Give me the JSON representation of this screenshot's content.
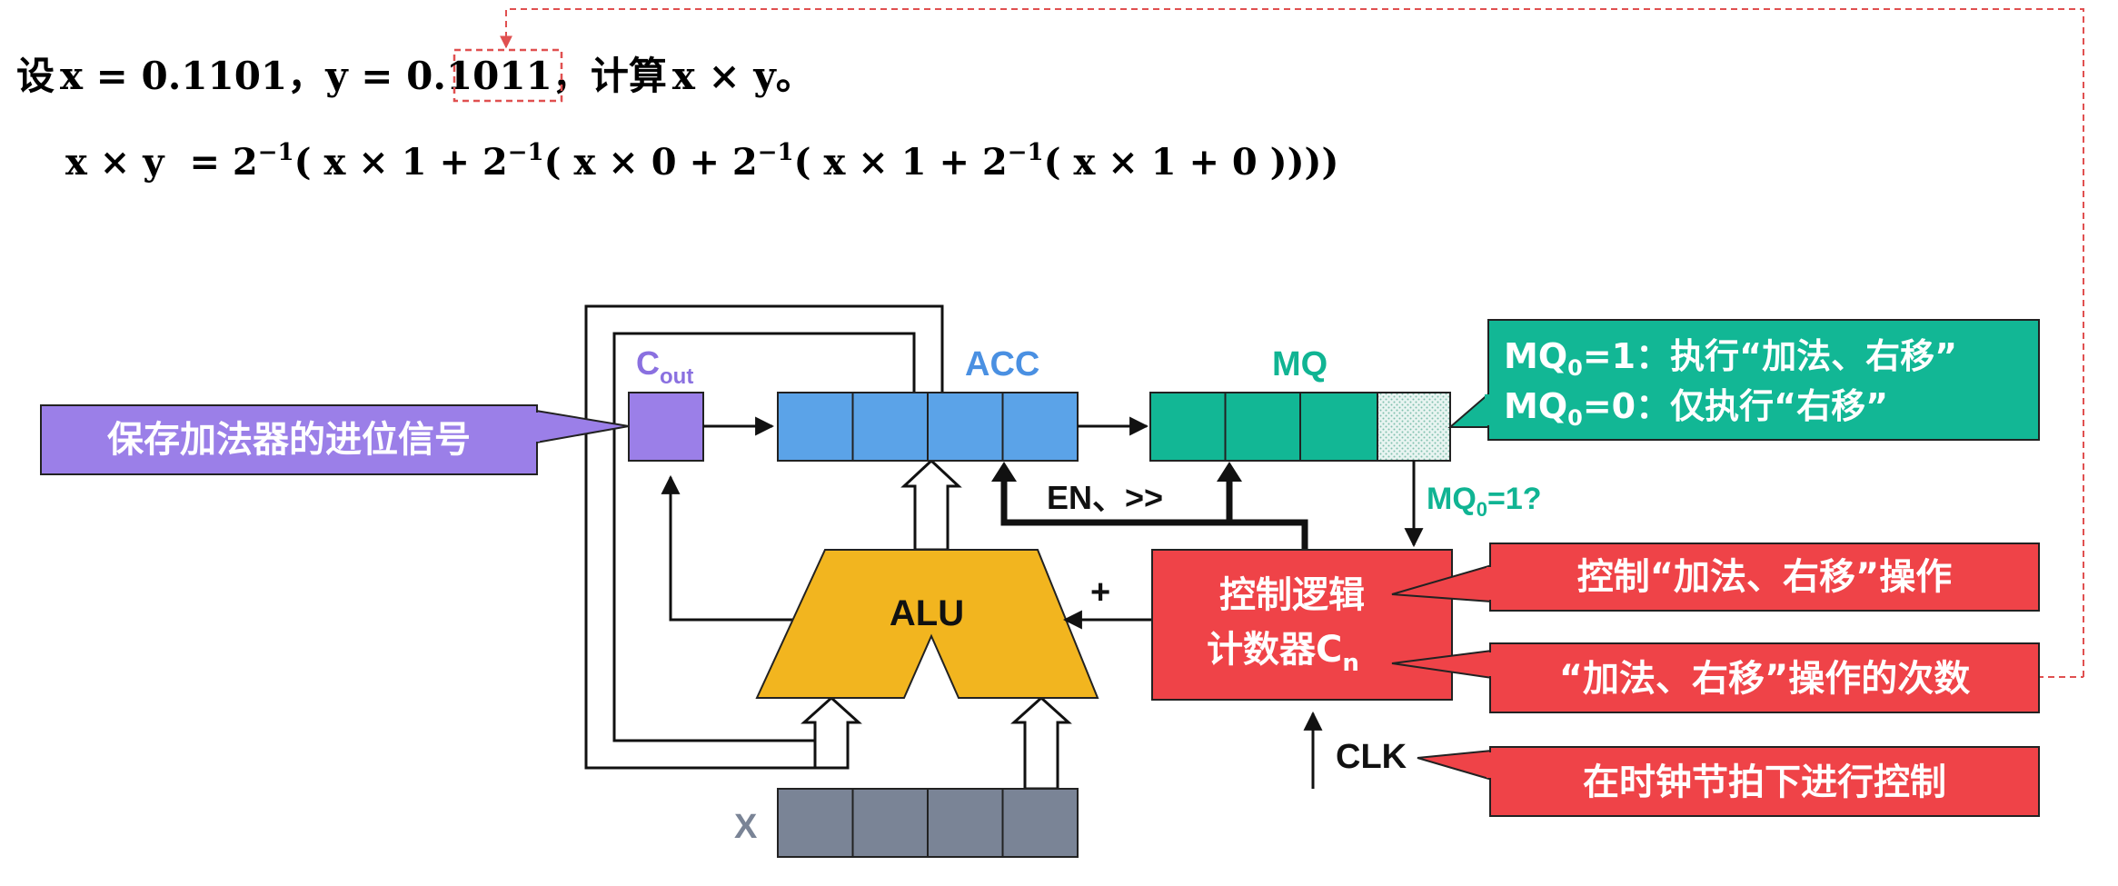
{
  "problem": {
    "prefix": "设",
    "x_expr": "x = 0.1101",
    "sep1": "，",
    "y_pre": "y = 0.",
    "y_frac": "1011",
    "sep2": "，",
    "compute": "计算",
    "xy": "x × y",
    "end": "。"
  },
  "formula": {
    "lhs": "x × y",
    "rhs_parts": [
      "= 2",
      "−1",
      "( x × 1 + 2",
      "−1",
      "( x × 0 + 2",
      "−1",
      "( x × 1 + 2",
      "−1",
      "( x × 1 + 0 ))))"
    ]
  },
  "diagram": {
    "acc_label": "ACC",
    "mq_label": "MQ",
    "cout_main": "C",
    "cout_sub": "out",
    "alu_label": "ALU",
    "x_label": "X",
    "en_label": "EN、>>",
    "plus_label": "+",
    "mq_query_pre": "MQ",
    "mq_query_sub": "0",
    "mq_query_post": "=1?",
    "control_line1": "控制逻辑",
    "control_line2_main": "计数器C",
    "control_line2_sub": "n",
    "clk_label": "CLK"
  },
  "callouts": {
    "cout_note": "保存加法器的进位信号",
    "mq_note_l1_pre": "MQ",
    "mq_note_l1_sub": "0",
    "mq_note_l1_post": "=1：执行“加法、右移”",
    "mq_note_l2_pre": "MQ",
    "mq_note_l2_sub": "0",
    "mq_note_l2_post": "=0：仅执行“右移”",
    "control_note": "控制“加法、右移”操作",
    "count_note": "“加法、右移”操作的次数",
    "clk_note": "在时钟节拍下进行控制"
  },
  "colors": {
    "acc": "#5ba3e8",
    "mq": "#12b795",
    "cout": "#9b7fe8",
    "alu": "#f2b51f",
    "x_reg": "#7a8496",
    "control": "#ef4348",
    "callout_red": "#ef4348",
    "callout_purple": "#9b7fe8",
    "callout_green": "#12b795",
    "highlight_dash": "#e05050",
    "label_blue": "#4a90e2",
    "label_green": "#10b493"
  }
}
